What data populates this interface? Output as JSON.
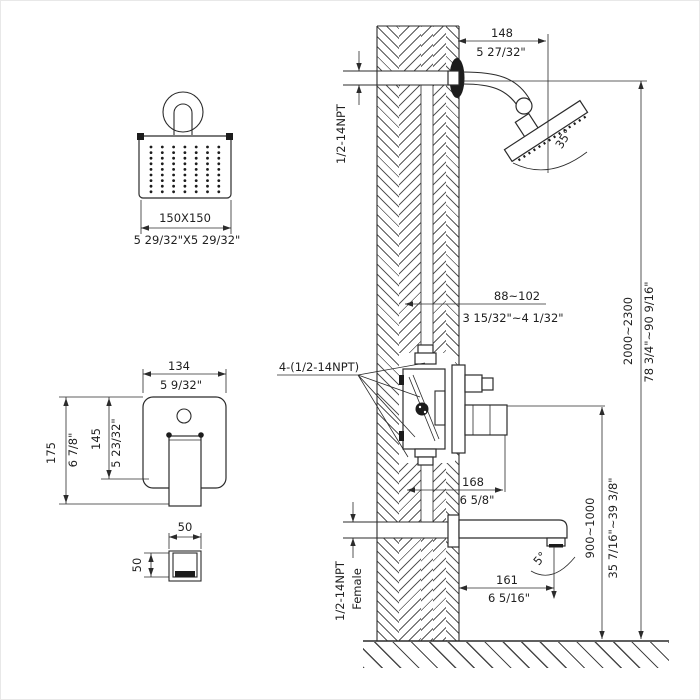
{
  "drawing": {
    "front_view": {
      "head_size_mm": "150X150",
      "head_size_in": "5 29/32\"X5 29/32\""
    },
    "plate_view": {
      "width_mm": "134",
      "width_in": "5 9/32\"",
      "height_mm": "175",
      "height_in": "6 7/8\"",
      "inner_height_mm": "145",
      "inner_height_in": "5 23/32\""
    },
    "handle_view": {
      "width_mm": "50",
      "height_mm": "50"
    },
    "side_view": {
      "arm_length_mm": "148",
      "arm_length_in": "5 27/32\"",
      "arm_thread": "1/2-14NPT",
      "head_angle": "35°",
      "rough_in_mm": "88~102",
      "rough_in_in": "3 15/32\"~4 1/32\"",
      "connections_note": "4-(1/2-14NPT)",
      "handle_depth_mm": "168",
      "handle_depth_in": "6 5/8\"",
      "spout_length_mm": "161",
      "spout_length_in": "6 5/16\"",
      "spout_angle": "5°",
      "spout_thread": "1/2-14NPT",
      "spout_thread_type": "Female",
      "valve_height_mm": "900~1000",
      "valve_height_in": "35 7/16\"~39 3/8\"",
      "head_height_mm": "2000~2300",
      "head_height_in": "78 3/4\"~90 9/16\""
    }
  },
  "colors": {
    "line": "#2b2b2b",
    "background": "#ffffff"
  }
}
